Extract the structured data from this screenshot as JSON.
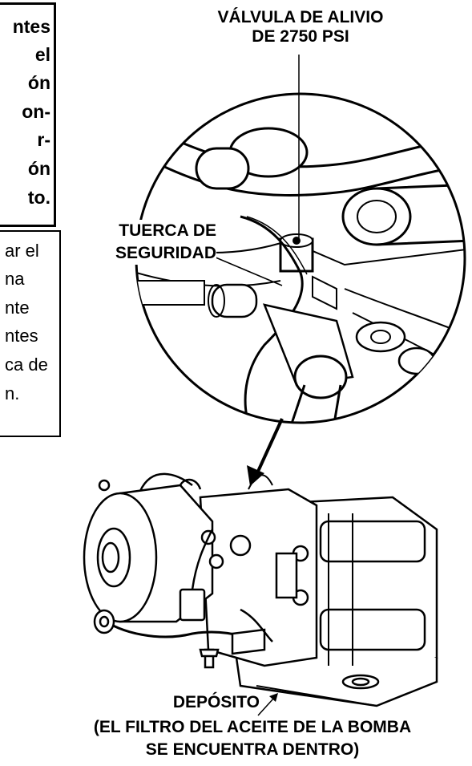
{
  "warning_box": {
    "lines": [
      "ntes",
      "el",
      "ón",
      "on-",
      "r-",
      "ón",
      "to."
    ]
  },
  "note_box": {
    "lines": [
      "ar el",
      "na",
      "nte",
      "ntes",
      "ca de",
      "n."
    ]
  },
  "labels": {
    "relief_valve_line1": "VÁLVULA DE ALIVIO",
    "relief_valve_line2": "DE 2750 PSI",
    "lock_nut_line1": "TUERCA DE",
    "lock_nut_line2": "SEGURIDAD",
    "reservoir": "DEPÓSITO",
    "filter_note_line1": "(EL FILTRO DEL ACEITE DE LA BOMBA",
    "filter_note_line2": "SE ENCUENTRA DENTRO)"
  }
}
